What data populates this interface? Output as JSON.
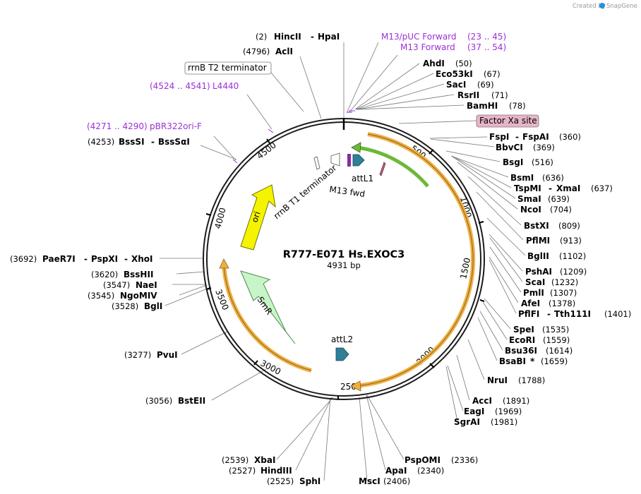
{
  "header": {
    "created_by": "Created by",
    "brand": "SnapGene"
  },
  "plasmid": {
    "name": "R777-E071 Hs.EXOC3",
    "length_label": "4931 bp",
    "length": 4931
  },
  "colors": {
    "backbone": "#1c1c1c",
    "orange_arrow": "#f0b040",
    "green_arrow": "#6db83a",
    "ori": "#f4f400",
    "smr": "#c8f5c8",
    "att": "#2f7f98",
    "primer": "#9b2fd6",
    "feature_box_pink": "#e8b4c8"
  },
  "ticks": [
    "500",
    "1000",
    "1500",
    "2000",
    "2500",
    "3000",
    "3500",
    "4000",
    "4500"
  ],
  "sites_right": [
    {
      "name": "AhdI",
      "pos": "(50)"
    },
    {
      "name": "Eco53kI",
      "pos": "(67)"
    },
    {
      "name": "SacI",
      "pos": "(69)"
    },
    {
      "name": "RsrII",
      "pos": "(71)"
    },
    {
      "name": "BamHI",
      "pos": "(78)"
    },
    {
      "name": "FspI",
      "name2": "FspAI",
      "pos": "(360)"
    },
    {
      "name": "BbvCI",
      "pos": "(369)"
    },
    {
      "name": "BsgI",
      "pos": "(516)"
    },
    {
      "name": "BsmI",
      "pos": "(636)"
    },
    {
      "name": "TspMI",
      "name2": "XmaI",
      "pos": "(637)"
    },
    {
      "name": "SmaI",
      "pos": "(639)"
    },
    {
      "name": "NcoI",
      "pos": "(704)"
    },
    {
      "name": "BstXI",
      "pos": "(809)"
    },
    {
      "name": "PflMI",
      "pos": "(913)"
    },
    {
      "name": "BglII",
      "pos": "(1102)"
    },
    {
      "name": "PshAI",
      "pos": "(1209)"
    },
    {
      "name": "ScaI",
      "pos": "(1232)"
    },
    {
      "name": "PmlI",
      "pos": "(1307)"
    },
    {
      "name": "AfeI",
      "pos": "(1378)"
    },
    {
      "name": "PflFI",
      "name2": "Tth111I",
      "pos": "(1401)"
    },
    {
      "name": "SpeI",
      "pos": "(1535)"
    },
    {
      "name": "EcoRI",
      "pos": "(1559)"
    },
    {
      "name": "Bsu36I",
      "pos": "(1614)"
    },
    {
      "name": "BsaBI",
      "suffix": "*",
      "pos": "(1659)"
    },
    {
      "name": "NruI",
      "pos": "(1788)"
    },
    {
      "name": "AccI",
      "pos": "(1891)"
    },
    {
      "name": "EagI",
      "pos": "(1969)"
    },
    {
      "name": "SgrAI",
      "pos": "(1981)"
    }
  ],
  "sites_bottom": [
    {
      "name": "PspOMI",
      "pos": "(2336)"
    },
    {
      "name": "ApaI",
      "pos": "(2340)"
    },
    {
      "name": "MscI",
      "pos": "(2406)"
    },
    {
      "name": "SphI",
      "pos": "(2525)"
    },
    {
      "name": "HindIII",
      "pos": "(2527)"
    },
    {
      "name": "XbaI",
      "pos": "(2539)"
    }
  ],
  "sites_left": [
    {
      "name": "BstEII",
      "pos": "(3056)"
    },
    {
      "name": "PvuI",
      "pos": "(3277)"
    },
    {
      "name": "BglI",
      "pos": "(3528)"
    },
    {
      "name": "NgoMIV",
      "pos": "(3545)"
    },
    {
      "name": "NaeI",
      "pos": "(3547)"
    },
    {
      "name": "BssHII",
      "pos": "(3620)"
    },
    {
      "name": "PaeR7I",
      "name2": "PspXI",
      "name3": "XhoI",
      "pos": "(3692)"
    },
    {
      "name": "BssSI",
      "name2": "BssSαI",
      "pos": "(4253)"
    },
    {
      "name": "AclI",
      "pos": "(4796)"
    },
    {
      "name": "HincII",
      "name2": "HpaI",
      "pos": "(2)"
    }
  ],
  "primers": [
    {
      "name": "M13/pUC Forward",
      "range": "(23 .. 45)"
    },
    {
      "name": "M13 Forward",
      "range": "(37 .. 54)"
    },
    {
      "name": "L4440",
      "range": "(4524 .. 4541)"
    },
    {
      "name": "pBR322ori-F",
      "range": "(4271 .. 4290)"
    }
  ],
  "boxed_features": [
    {
      "name": "rrnB T2 terminator"
    },
    {
      "name": "Factor Xa site"
    }
  ],
  "inner_features": {
    "ori": "ori",
    "smr": "SmR",
    "rrnb_t1": "rrnB T1 terminator",
    "m13fwd": "M13 fwd",
    "attl1": "attL1",
    "attl2": "attL2"
  }
}
